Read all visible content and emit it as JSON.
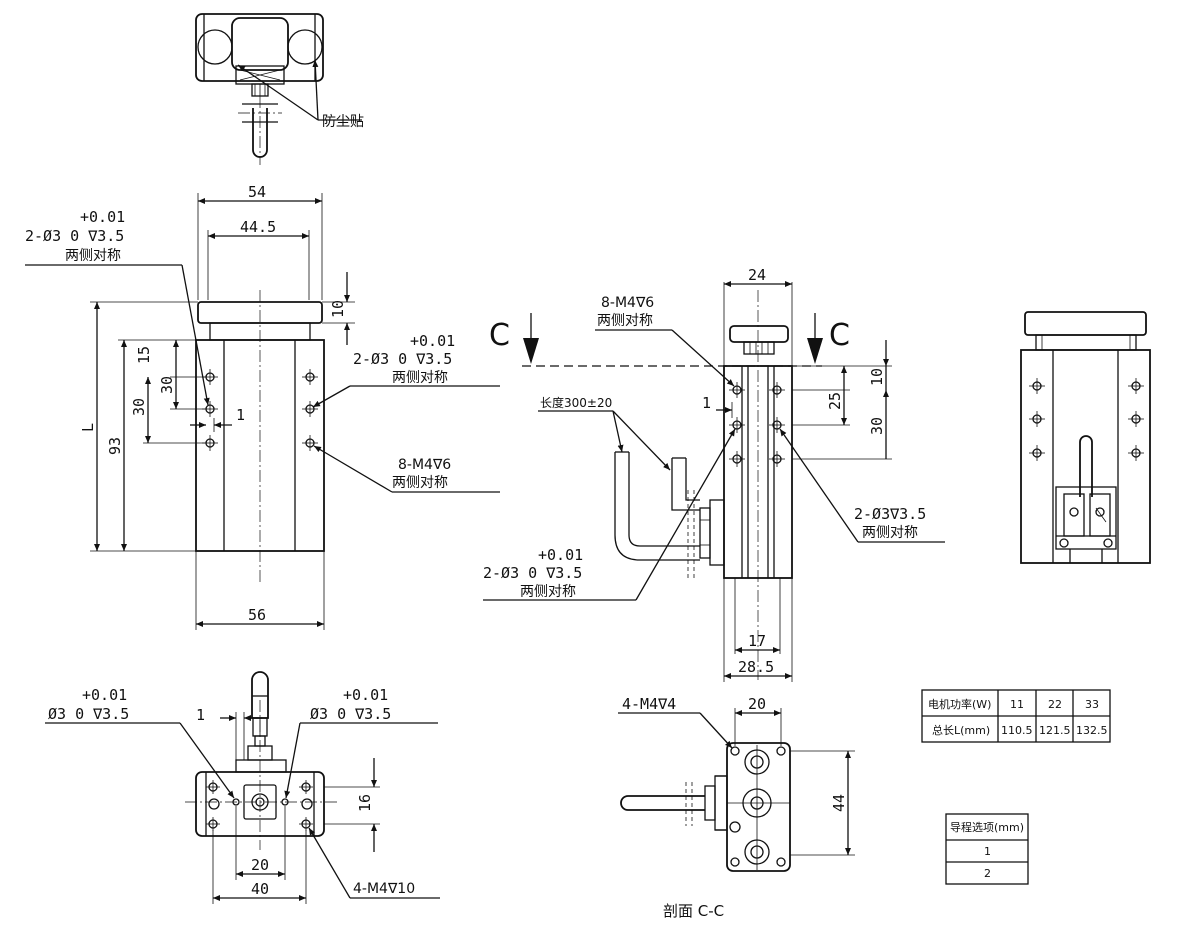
{
  "top_view": {
    "label_dust": "防尘贴"
  },
  "front_view": {
    "dim_width_top": "54",
    "dim_inner": "44.5",
    "dim_width_bottom": "56",
    "dim_top_10": "10",
    "dim_15": "15",
    "dim_30a": "30",
    "dim_30b": "30",
    "dim_1": "1",
    "dim_93": "93",
    "dim_L": "L",
    "hole_left_tol": "+0.01",
    "hole_left_spec": "2-Ø3  0   ∇3.5",
    "hole_left_note": "两侧对称",
    "hole_right_tol": "+0.01",
    "hole_right_spec": "2-Ø3  0   ∇3.5",
    "hole_right_note": "两侧对称",
    "thread_spec": "8-M4∇6",
    "thread_note": "两侧对称"
  },
  "side_view": {
    "section_mark_left": "C",
    "section_mark_right": "C",
    "dim_24": "24",
    "dim_10": "10",
    "dim_25": "25",
    "dim_30": "30",
    "dim_1": "1",
    "dim_17": "17",
    "dim_285": "28.5",
    "thread_spec": "8-M4∇6",
    "thread_note": "两侧对称",
    "cable_note": "长度300±20",
    "hole_spec": "2-Ø3∇3.5",
    "hole_note": "两侧对称",
    "hole2_tol": "+0.01",
    "hole2_spec": "2-Ø3  0   ∇3.5",
    "hole2_note": "两侧对称"
  },
  "bottom_view": {
    "left_tol": "+0.01",
    "left_spec": "Ø3  0   ∇3.5",
    "right_tol": "+0.01",
    "right_spec": "Ø3  0   ∇3.5",
    "dim_1": "1",
    "dim_16": "16",
    "dim_20": "20",
    "dim_40": "40",
    "thread_spec": "4-M4∇10"
  },
  "section_view": {
    "thread_spec": "4-M4∇4",
    "dim_20": "20",
    "dim_44": "44",
    "caption": "剖面 C-C"
  },
  "power_table": {
    "row_power_label": "电机功率(W)",
    "row_length_label": "总长L(mm)",
    "powers": [
      "11",
      "22",
      "33"
    ],
    "lengths": [
      "110.5",
      "121.5",
      "132.5"
    ]
  },
  "lead_table": {
    "header": "导程选项(mm)",
    "options": [
      "1",
      "2"
    ]
  }
}
